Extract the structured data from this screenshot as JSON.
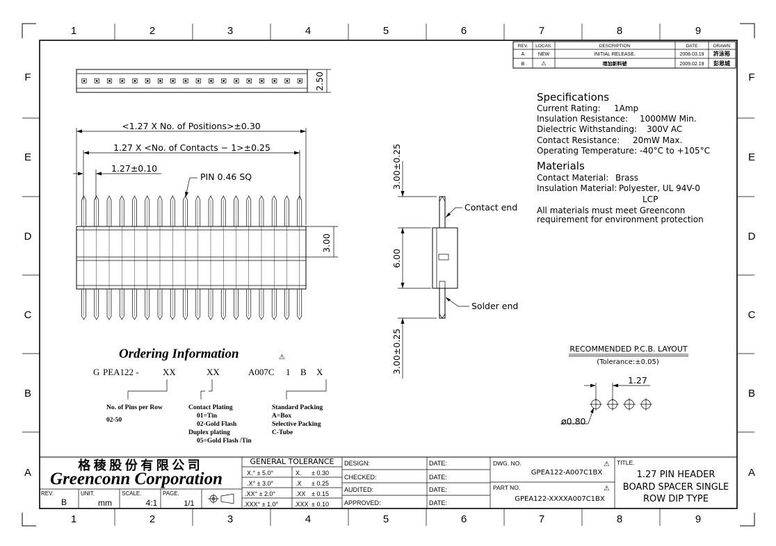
{
  "grid": {
    "columns": [
      "1",
      "2",
      "3",
      "4",
      "5",
      "6",
      "7",
      "8",
      "9"
    ],
    "rows": [
      "F",
      "E",
      "D",
      "C",
      "B",
      "A"
    ]
  },
  "revision_table": {
    "headers": [
      "REV.",
      "LOCAS.",
      "DESCRIPTION",
      "DATE",
      "DRAWN"
    ],
    "rows": [
      {
        "rev": "A",
        "loc": "NEW",
        "desc": "INITIAL RELEASE.",
        "date": "2008.03.19",
        "drawn": "許泳裕"
      },
      {
        "rev": "B",
        "loc": "⚠",
        "desc": "增加新料號",
        "date": "2009.02.19",
        "drawn": "彭恩城"
      }
    ]
  },
  "top_view": {
    "height_dim": "2.50"
  },
  "front_view": {
    "dim_overall": "<1.27 X No. of Positions>±0.30",
    "dim_contacts": "1.27 X <No. of Contacts − 1>±0.25",
    "dim_pitch": "1.27±0.10",
    "pin_label": "PIN 0.46 SQ",
    "dim_body": "3.00"
  },
  "side_view": {
    "dim_top": "3.00±0.25",
    "dim_middle": "6.00",
    "dim_bottom": "3.00±0.25",
    "contact_end": "Contact end",
    "solder_end": "Solder end"
  },
  "specifications": {
    "title": "Specifications",
    "lines": [
      {
        "label": "Current Rating:",
        "value": "1Amp"
      },
      {
        "label": "Insulation Resistance:",
        "value": "1000MW Min."
      },
      {
        "label": "Dielectric Withstanding:",
        "value": "300V AC"
      },
      {
        "label": "Contact Resistance:",
        "value": "20mW Max."
      },
      {
        "label": "Operating Temperature:",
        "value": "-40°C to +105°C"
      }
    ],
    "materials_title": "Materials",
    "materials": [
      {
        "label": "Contact Material:",
        "value": "Brass"
      },
      {
        "label": "Insulation Material:",
        "value": "Polyester, UL 94V-0"
      }
    ],
    "materials_extra": "LCP",
    "note_line1": "All materials must meet Greenconn",
    "note_line2": "requirement for environment protection"
  },
  "ordering": {
    "title": "Ordering Information",
    "code": [
      "G",
      "PEA122 -",
      "XX",
      "XX",
      "A007C",
      "1",
      "B",
      "X"
    ],
    "desc_pins": [
      "No. of Pins per Row",
      "02-50"
    ],
    "desc_plating": [
      "Contact Plating",
      "01=Tin",
      "02-Gold Flash",
      "Duplex plating",
      "05=Gold Flash /Tin"
    ],
    "desc_packing": [
      "Standard Packing",
      "A=Box",
      "Selective Packing",
      "C-Tube"
    ]
  },
  "pcb_layout": {
    "title": "RECOMMENDED P.C.B. LAYOUT",
    "tolerance": "(Tolerance:±0.05)",
    "pitch": "1.27",
    "hole": "ø0.80"
  },
  "title_block": {
    "company_cn": "格 稜 股 份 有 限 公 司",
    "company_en": "Greenconn Corporation",
    "rev_label": "REV.",
    "rev_value": "B",
    "unit_label": "UNIT.",
    "unit_value": "mm",
    "scale_label": "SCALE.",
    "scale_value": "4:1",
    "page_label": "PAGE.",
    "page_value": "1/1",
    "tolerance_title": "GENERAL TOLERANCE",
    "tolerances": [
      [
        "X.° ± 5.0°",
        "X.",
        "± 0.30"
      ],
      [
        ".X° ± 3.0°",
        ".X",
        "± 0.25"
      ],
      [
        ".XX° ± 2.0°",
        ".XX",
        "± 0.15"
      ],
      [
        ".XXX° ± 1.0°",
        ".XXX",
        "± 0.10"
      ]
    ],
    "sign_rows": [
      "DESIGN:",
      "CHECKED:",
      "AUDITED:",
      "APPROVED:"
    ],
    "date_label": "DATE:",
    "dwg_label": "DWG. NO.",
    "dwg_value": "GPEA122-A007C1BX",
    "part_label": "PART NO.",
    "part_value": "GPEA122-XXXXA007C1BX",
    "title_label": "TITLE.",
    "title_lines": [
      "1.27 PIN HEADER",
      "BOARD SPACER SINGLE",
      "ROW DIP TYPE"
    ]
  }
}
